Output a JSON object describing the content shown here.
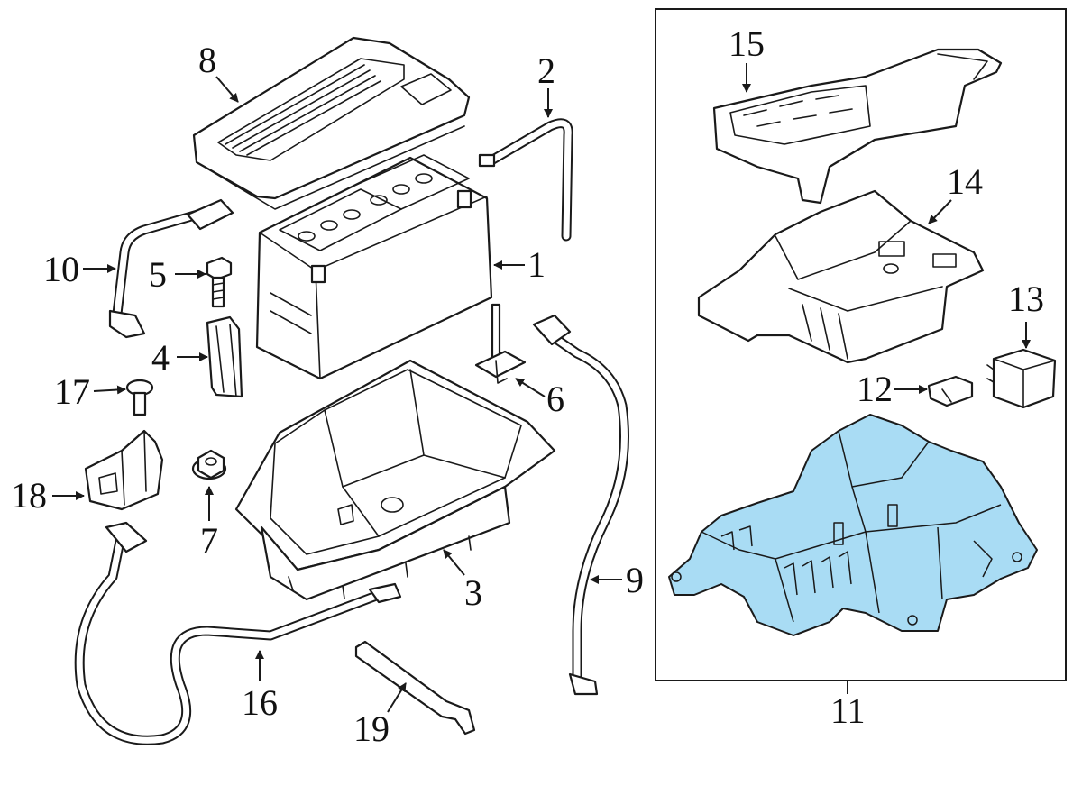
{
  "diagram": {
    "callouts": [
      {
        "id": "1",
        "label": "1"
      },
      {
        "id": "2",
        "label": "2"
      },
      {
        "id": "3",
        "label": "3"
      },
      {
        "id": "4",
        "label": "4"
      },
      {
        "id": "5",
        "label": "5"
      },
      {
        "id": "6",
        "label": "6"
      },
      {
        "id": "7",
        "label": "7"
      },
      {
        "id": "8",
        "label": "8"
      },
      {
        "id": "9",
        "label": "9"
      },
      {
        "id": "10",
        "label": "10"
      },
      {
        "id": "11",
        "label": "11"
      },
      {
        "id": "12",
        "label": "12"
      },
      {
        "id": "13",
        "label": "13"
      },
      {
        "id": "14",
        "label": "14"
      },
      {
        "id": "15",
        "label": "15"
      },
      {
        "id": "16",
        "label": "16"
      },
      {
        "id": "17",
        "label": "17"
      },
      {
        "id": "18",
        "label": "18"
      },
      {
        "id": "19",
        "label": "19"
      }
    ],
    "colors": {
      "highlight_fill": "#a9dcf4",
      "line": "#1a1a1a",
      "background": "#ffffff"
    }
  }
}
